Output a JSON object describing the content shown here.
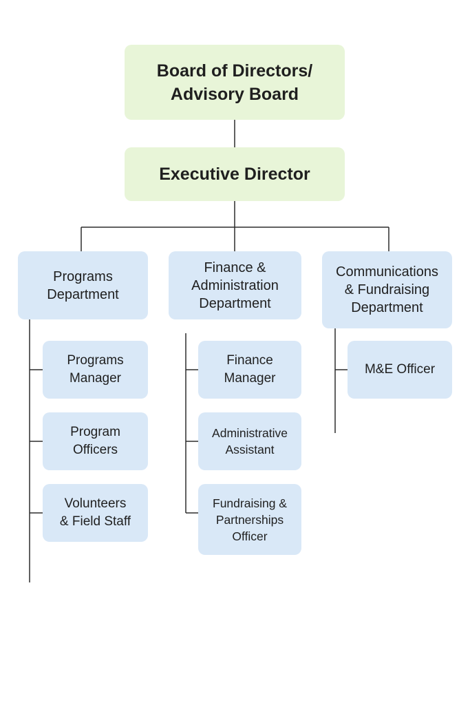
{
  "chart": {
    "board": "Board of Directors/\nAdvisory Board",
    "executive": "Executive Director",
    "departments": {
      "programs": {
        "title": "Programs\nDepartment",
        "roles": [
          "Programs\nManager",
          "Program\nOfficers",
          "Volunteers\n& Field Staff"
        ]
      },
      "finance": {
        "title": "Finance &\nAdministration\nDepartment",
        "roles": [
          "Finance\nManager",
          "Administrative\nAssistant",
          "Fundraising &\nPartnerships\nOfficer"
        ]
      },
      "communications": {
        "title": "Communications\n& Fundraising\nDepartment",
        "roles": [
          "M&E Officer"
        ]
      }
    }
  },
  "colors": {
    "top_fill": "#e8f5d8",
    "dept_fill": "#d9e8f7",
    "line": "#2b2b2b"
  }
}
